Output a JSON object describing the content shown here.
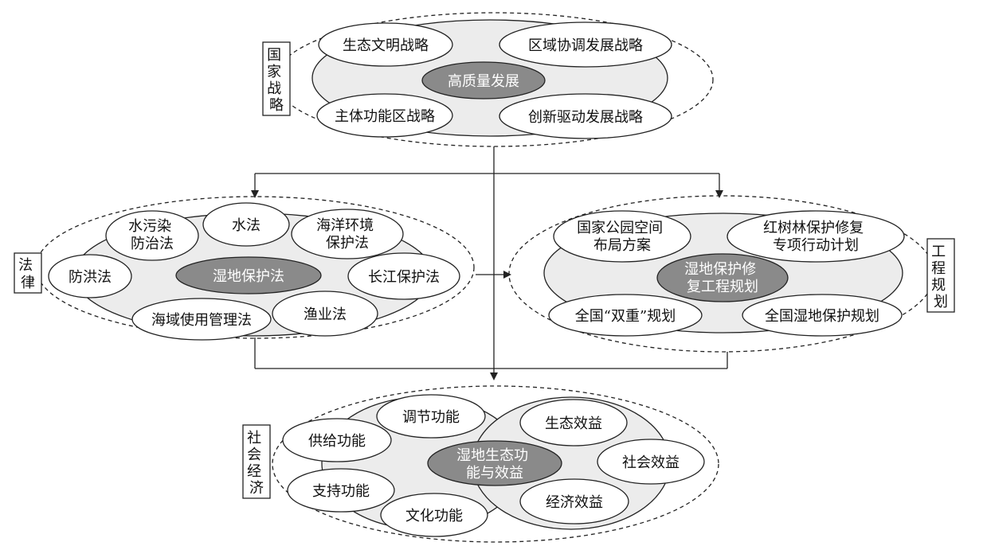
{
  "national": {
    "label_lines": [
      "国",
      "家",
      "战",
      "略"
    ],
    "center": "高质量发展",
    "items": [
      "生态文明战略",
      "区域协调发展战略",
      "主体功能区战略",
      "创新驱动发展战略"
    ]
  },
  "law": {
    "label_lines": [
      "法",
      "律"
    ],
    "center": "湿地保护法",
    "items": {
      "water_pollution": [
        "水污染",
        "防治法"
      ],
      "water": "水法",
      "marine": [
        "海洋环境",
        "保护法"
      ],
      "flood": "防洪法",
      "yangtze": "长江保护法",
      "sea_area": "海域使用管理法",
      "fishery": "渔业法"
    }
  },
  "engineering": {
    "label_lines": [
      "工",
      "程",
      "规",
      "划"
    ],
    "center_lines": [
      "湿地保护修",
      "复工程规划"
    ],
    "items": {
      "park": [
        "国家公园空间",
        "布局方案"
      ],
      "mangrove": [
        "红树林保护修复",
        "专项行动计划"
      ],
      "double": "全国“双重”规划",
      "wetland_plan": "全国湿地保护规划"
    }
  },
  "socio": {
    "label_lines": [
      "社",
      "会",
      "经",
      "济"
    ],
    "center_lines": [
      "湿地生态功",
      "能与效益"
    ],
    "items": {
      "regulating": "调节功能",
      "supply": "供给功能",
      "support": "支持功能",
      "cultural": "文化功能",
      "ecological": "生态效益",
      "social": "社会效益",
      "economic": "经济效益"
    }
  }
}
